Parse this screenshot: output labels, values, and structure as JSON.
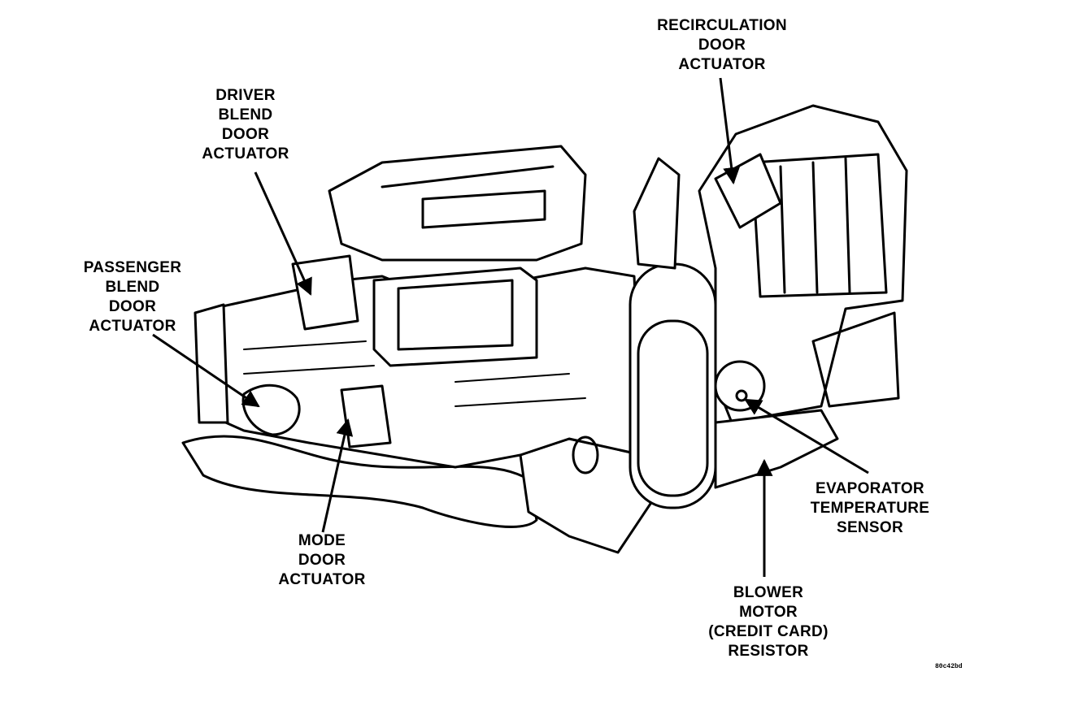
{
  "labels": {
    "recirc": [
      "RECIRCULATION",
      "DOOR",
      "ACTUATOR"
    ],
    "driver": [
      "DRIVER",
      "BLEND",
      "DOOR",
      "ACTUATOR"
    ],
    "passenger": [
      "PASSENGER",
      "BLEND",
      "DOOR",
      "ACTUATOR"
    ],
    "mode": [
      "MODE",
      "DOOR",
      "ACTUATOR"
    ],
    "evap": [
      "EVAPORATOR",
      "TEMPERATURE",
      "SENSOR"
    ],
    "blower": [
      "BLOWER",
      "MOTOR",
      "(CREDIT CARD)",
      "RESISTOR"
    ]
  },
  "figure_code": "80c42bd"
}
